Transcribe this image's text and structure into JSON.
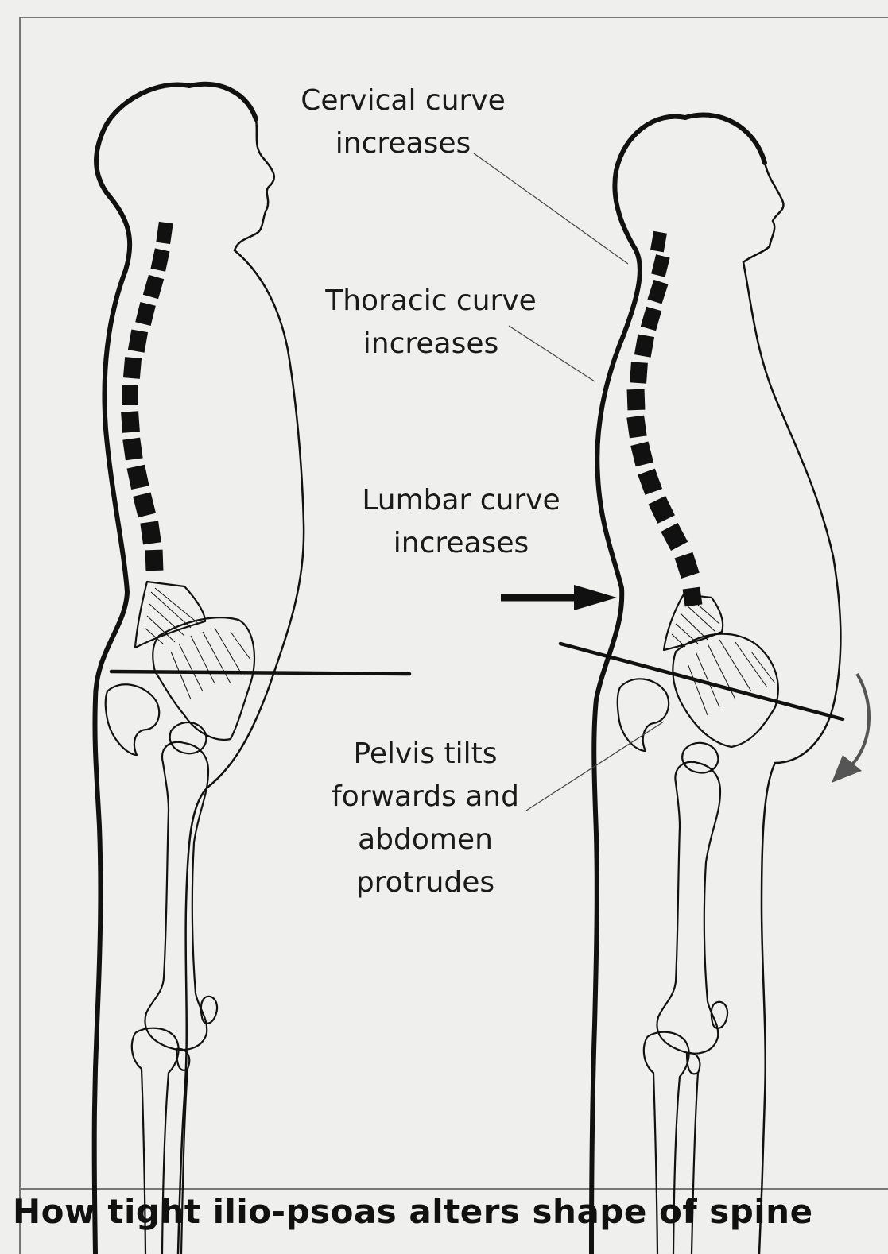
{
  "labels": {
    "cervical": [
      "Cervical curve",
      "increases"
    ],
    "thoracic": [
      "Thoracic curve",
      "increases"
    ],
    "lumbar": [
      "Lumbar curve",
      "increases"
    ],
    "pelvis": [
      "Pelvis tilts",
      "forwards and",
      "abdomen",
      "protrudes"
    ]
  },
  "caption": "How tight ilio-psoas alters shape of spine",
  "colors": {
    "ink": "#111111",
    "paper": "#efefed",
    "rotation_arrow": "#555555"
  }
}
